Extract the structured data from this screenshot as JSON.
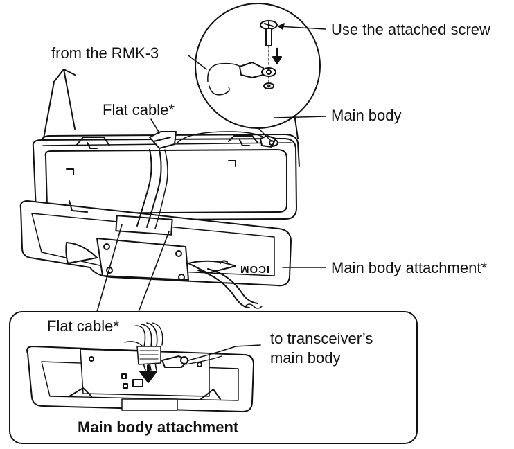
{
  "labels": {
    "use_screw": "Use the attached screw",
    "from_rmk": "from the RMK-3",
    "flat_cable_top": "Flat cable*",
    "main_body": "Main body",
    "main_body_attachment_star": "Main body attachment*",
    "flat_cable_inset": "Flat cable*",
    "to_transceiver_line1": "to transceiver’s",
    "to_transceiver_line2": "main body",
    "inset_caption": "Main body attachment"
  },
  "brand_mark": "ICOM",
  "colors": {
    "stroke": "#111111",
    "fill_light": "#ffffff",
    "fill_shade": "#d9d9d9",
    "fill_dark": "#9a9a9a"
  }
}
